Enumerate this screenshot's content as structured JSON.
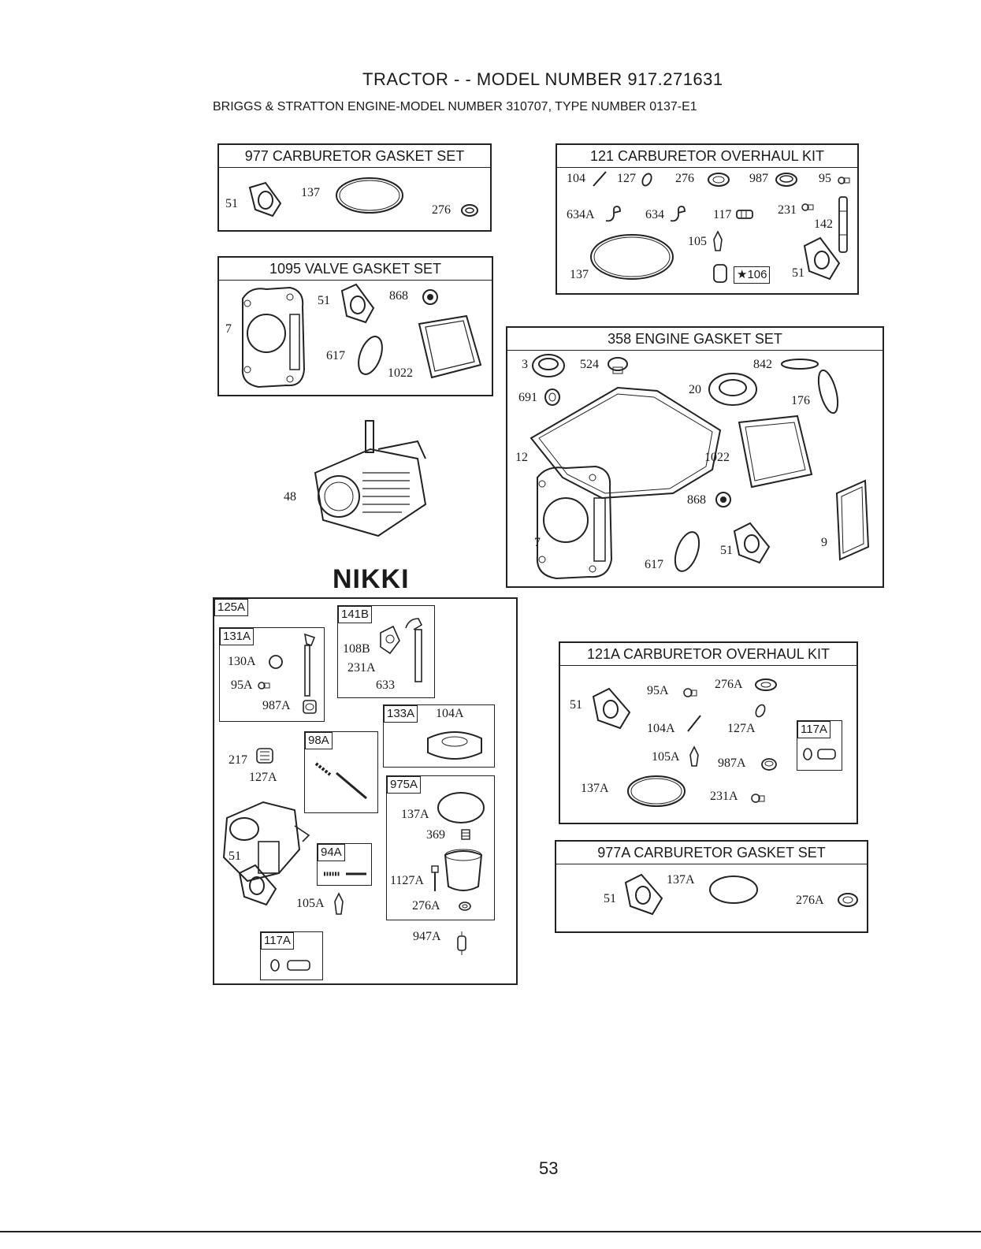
{
  "header": {
    "title": "TRACTOR - - MODEL NUMBER 917.271631",
    "subtitle": "BRIGGS & STRATTON ENGINE-MODEL NUMBER 310707, TYPE NUMBER 0137-E1"
  },
  "kits": {
    "k977": {
      "title": "977 CARBURETOR GASKET SET",
      "p51": "51",
      "p137": "137",
      "p276": "276"
    },
    "k1095": {
      "title": "1095 VALVE GASKET SET",
      "p7": "7",
      "p51": "51",
      "p868": "868",
      "p617": "617",
      "p1022": "1022"
    },
    "k121": {
      "title": "121 CARBURETOR OVERHAUL KIT",
      "p104": "104",
      "p127": "127",
      "p276": "276",
      "p987": "987",
      "p95": "95",
      "p634A": "634A",
      "p634": "634",
      "p117": "117",
      "p231": "231",
      "p142": "142",
      "p105": "105",
      "p137": "137",
      "p106": "★106",
      "p51": "51"
    },
    "k358": {
      "title": "358 ENGINE GASKET SET",
      "p3": "3",
      "p524": "524",
      "p842": "842",
      "p691": "691",
      "p20": "20",
      "p176": "176",
      "p12": "12",
      "p1022": "1022",
      "p868": "868",
      "p7": "7",
      "p617": "617",
      "p51": "51",
      "p9": "9"
    },
    "engine": {
      "p48": "48"
    },
    "nikki": {
      "word": "NIKKI",
      "p125A": "125A",
      "p131A": "131A",
      "p130A": "130A",
      "p95A": "95A",
      "p987A": "987A",
      "p141B": "141B",
      "p108B": "108B",
      "p231A": "231A",
      "p633": "633",
      "p133A": "133A",
      "p104A": "104A",
      "p217": "217",
      "p127A": "127A",
      "p98A": "98A",
      "p975A": "975A",
      "p137A": "137A",
      "p369": "369",
      "p94A": "94A",
      "p1127A": "1127A",
      "p276A": "276A",
      "p51": "51",
      "p105A": "105A",
      "p117A": "117A",
      "p947A": "947A"
    },
    "k121A": {
      "title": "121A CARBURETOR OVERHAUL KIT",
      "p51": "51",
      "p95A": "95A",
      "p276A": "276A",
      "p104A": "104A",
      "p127A": "127A",
      "p117A": "117A",
      "p105A": "105A",
      "p987A": "987A",
      "p137A": "137A",
      "p231A": "231A"
    },
    "k977A": {
      "title": "977A CARBURETOR GASKET SET",
      "p51": "51",
      "p137A": "137A",
      "p276A": "276A"
    }
  },
  "footer": {
    "page_number": "53"
  }
}
